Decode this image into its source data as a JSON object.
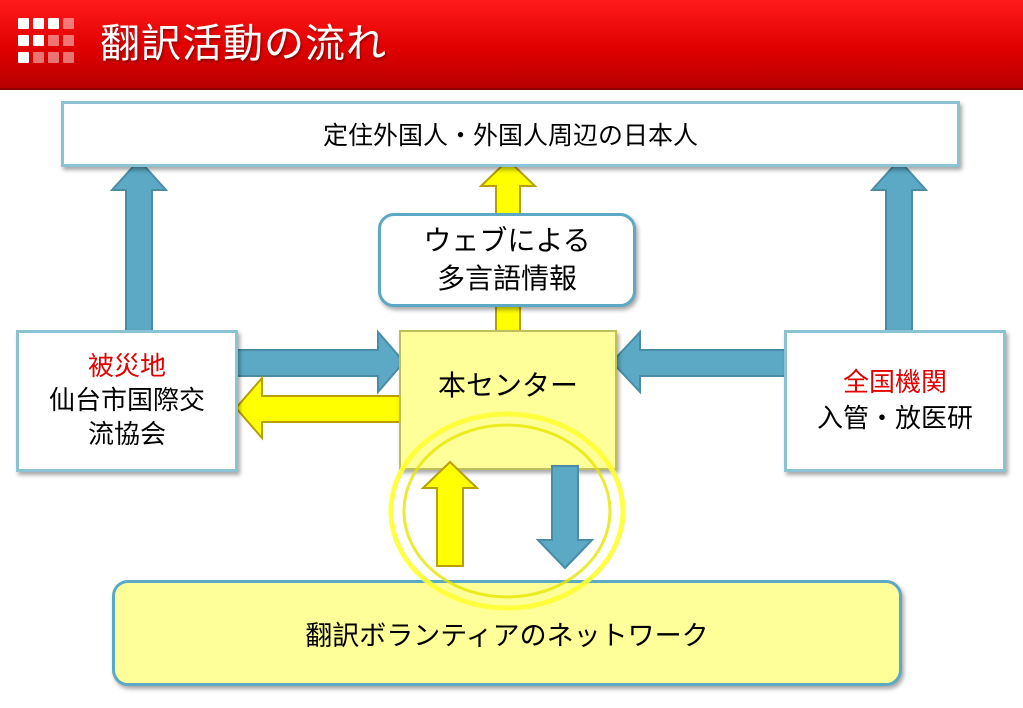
{
  "header": {
    "title": "翻訳活動の流れ",
    "icon": "grid-squares-icon"
  },
  "nodes": {
    "top": "定住外国人・外国人周辺の日本人",
    "web": {
      "line1": "ウェブによる",
      "line2": "多言語情報"
    },
    "center": "本センター",
    "left": {
      "heading": "被災地",
      "line1": "仙台市国際交",
      "line2": "流協会"
    },
    "right": {
      "heading": "全国機関",
      "line1": "入管・放医研"
    },
    "bottom": "翻訳ボランティアのネットワーク"
  },
  "colors": {
    "header_red": "#e00000",
    "accent_red": "#e00000",
    "arrow_blue": "#5ba9c4",
    "arrow_yellow": "#ffff00",
    "box_yellow": "#ffff99",
    "box_border": "#8cc3d4"
  }
}
